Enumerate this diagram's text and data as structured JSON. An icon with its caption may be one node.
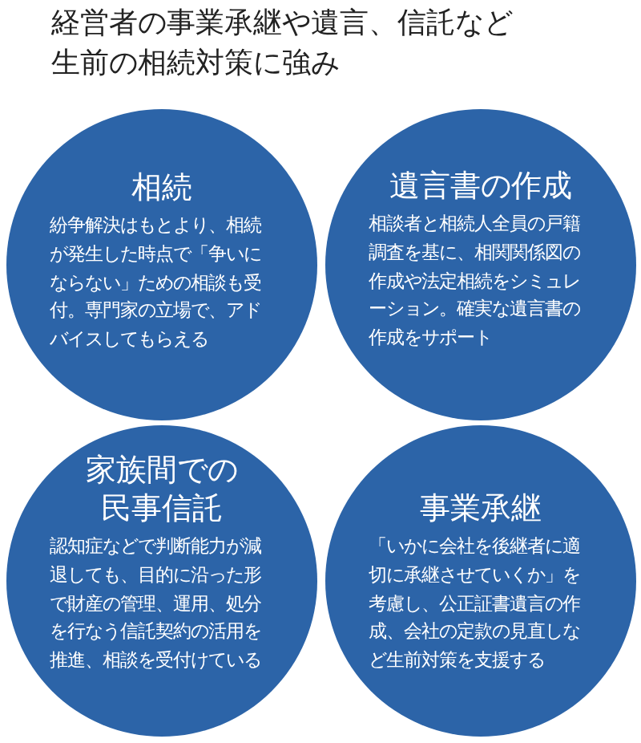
{
  "diagram": {
    "title": "経営者の事業承継や遺言、信託など生前の相続対策に強み",
    "nodes": [
      {
        "text": [
          "相続",
          "紛争解決はもとより、相続が発生した時点で「争いにならない」ための相談も受付。専門家の立場で、アドバイスしてもらえる"
        ]
      },
      {
        "text": [
          "遺言書の作成",
          "相談者と相続人全員の戸籍調査を基に、相関関係図の作成や法定相続をシミュレーション。確実な遺言書の作成をサポート"
        ]
      },
      {
        "text": [
          "家族間での民事信託",
          "認知症などで判断能力が減退しても、目的に沿った形で財産の管理、運用、処分を行なう信託契約の活用を推進、相談を受付けている"
        ]
      },
      {
        "text": [
          "事業承継",
          "「いかに会社を後継者に適切に承継させていくか」を考慮し、公正証書遺言の作成、会社の定款の見直しなど生前対策を支援する"
        ]
      }
    ]
  }
}
